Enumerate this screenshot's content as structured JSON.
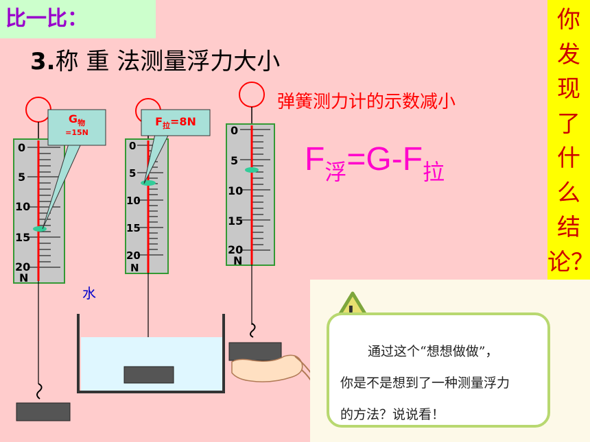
{
  "header": {
    "badge": "比一比：",
    "title_number": "3.",
    "title_text": "称 重 法测量浮力大小"
  },
  "observation": "弹簧测力计的示数减小",
  "formula": {
    "left": "F",
    "left_sub": "浮",
    "middle": "=G-F",
    "right_sub": "拉"
  },
  "question_chars": [
    "你",
    "发",
    "现",
    "了",
    "什",
    "么",
    "结",
    "论？"
  ],
  "water_label": "水",
  "scales": {
    "scale1": {
      "ticks": [
        "0",
        "5",
        "10",
        "15",
        "20"
      ],
      "unit": "N"
    },
    "scale2": {
      "ticks": [
        "0",
        "5",
        "10",
        "15",
        "20"
      ],
      "unit": "N"
    },
    "scale3": {
      "ticks": [
        "0",
        "5",
        "10",
        "15",
        "20"
      ],
      "unit": "N"
    }
  },
  "tooltips": {
    "tip1": {
      "main": "G",
      "sub": "物",
      "value": "=15N"
    },
    "tip2": {
      "main": "F",
      "sub": "拉",
      "value": "=8N"
    }
  },
  "callout": {
    "line1": "通过这个“想想做做”，",
    "line2": "你是不是想到了一种测量浮力",
    "line3": "的方法？说说看！",
    "icon": "!"
  },
  "colors": {
    "background": "#ffcccc",
    "badge_bg": "#ccffcc",
    "question_bg": "#ffff00",
    "formula": "#ff00cc",
    "observation": "#ff0000"
  }
}
